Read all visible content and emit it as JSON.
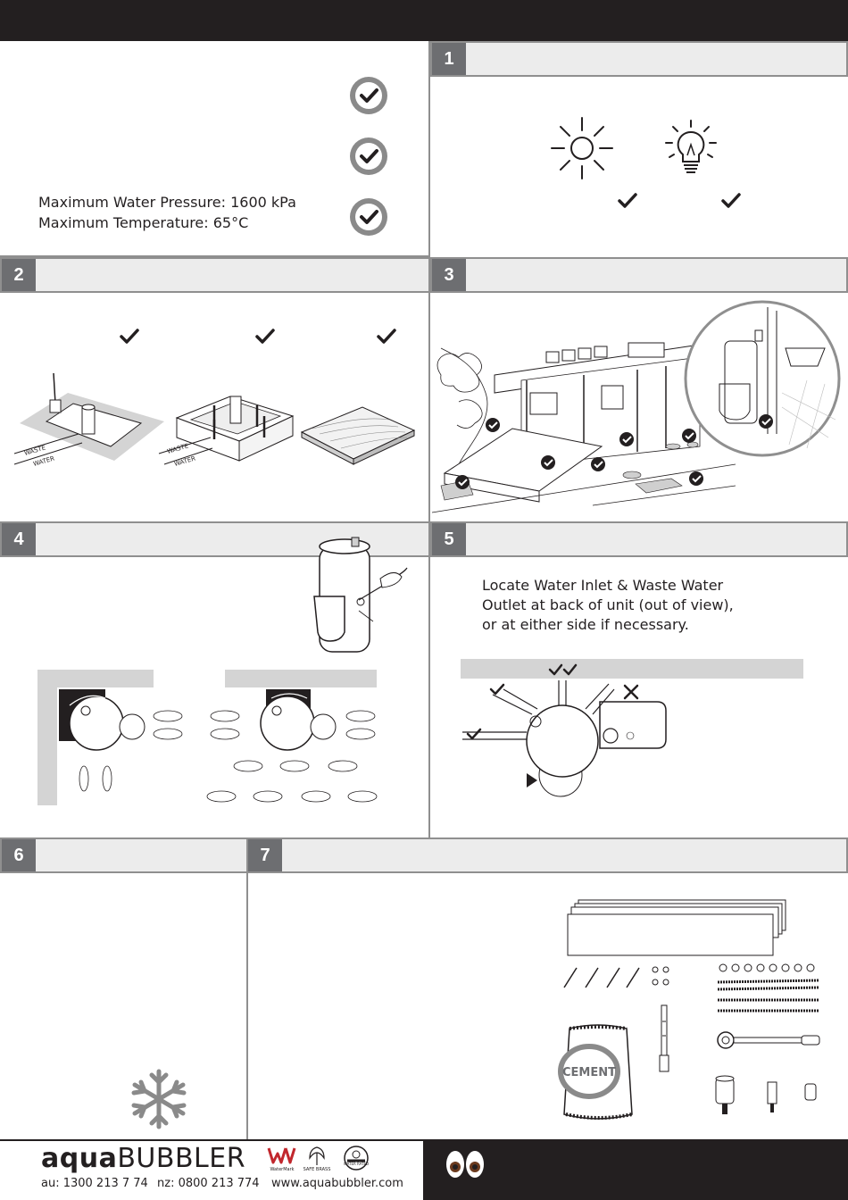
{
  "specs": {
    "pressure_label": "Maximum Water Pressure: 1600 kPa",
    "temperature_label": "Maximum Temperature: 65°C"
  },
  "sections": [
    {
      "number": "1"
    },
    {
      "number": "2"
    },
    {
      "number": "3"
    },
    {
      "number": "4"
    },
    {
      "number": "5"
    },
    {
      "number": "6"
    },
    {
      "number": "7"
    }
  ],
  "step2": {
    "waste_label": "WASTE",
    "water_label": "WATER"
  },
  "step5": {
    "line1": "Locate Water Inlet & Waste Water",
    "line2": "Outlet at back of unit (out of view),",
    "line3": "or at either side if necessary."
  },
  "step7": {
    "cement_label": "CEMENT"
  },
  "footer": {
    "brand_a": "aqua",
    "brand_b": "BUBBLER",
    "phone_au": "au: 1300 213 7 74",
    "phone_nz": "nz: 0800 213 774",
    "website": "www.aquabubbler.com",
    "badge_watermark": "WaterMark",
    "badge_safe": "SAFE BRASS",
    "badge_water": "WATER RATED"
  },
  "colors": {
    "dark": "#231f20",
    "panel": "#ececec",
    "border": "#8f8f8f",
    "number_bg": "#6d6e71"
  }
}
